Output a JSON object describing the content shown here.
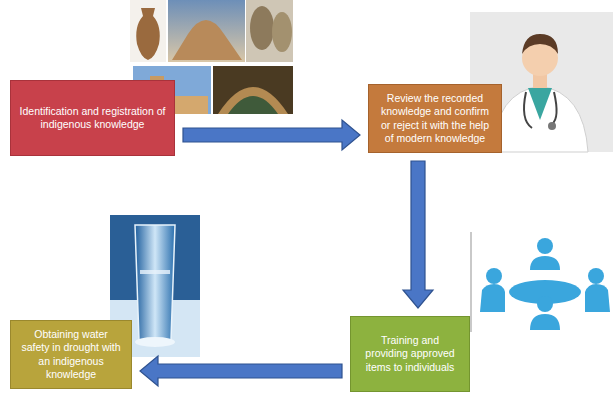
{
  "diagram": {
    "nodes": [
      {
        "text": [
          "Identification and registration of indigenous knowledge"
        ]
      },
      {
        "text": [
          "Review the recorded knowledge and confirm or reject it with the help of modern knowledge"
        ]
      },
      {
        "text": [
          "Training and providing approved items to individuals"
        ]
      },
      {
        "text": [
          "Obtaining water safety in drought with an indigenous knowledge"
        ]
      }
    ],
    "edges": [
      {
        "from": 0,
        "to": 1,
        "arrow": "to"
      },
      {
        "from": 1,
        "to": 2,
        "arrow": "to"
      },
      {
        "from": 2,
        "to": 3,
        "arrow": "to"
      }
    ]
  }
}
